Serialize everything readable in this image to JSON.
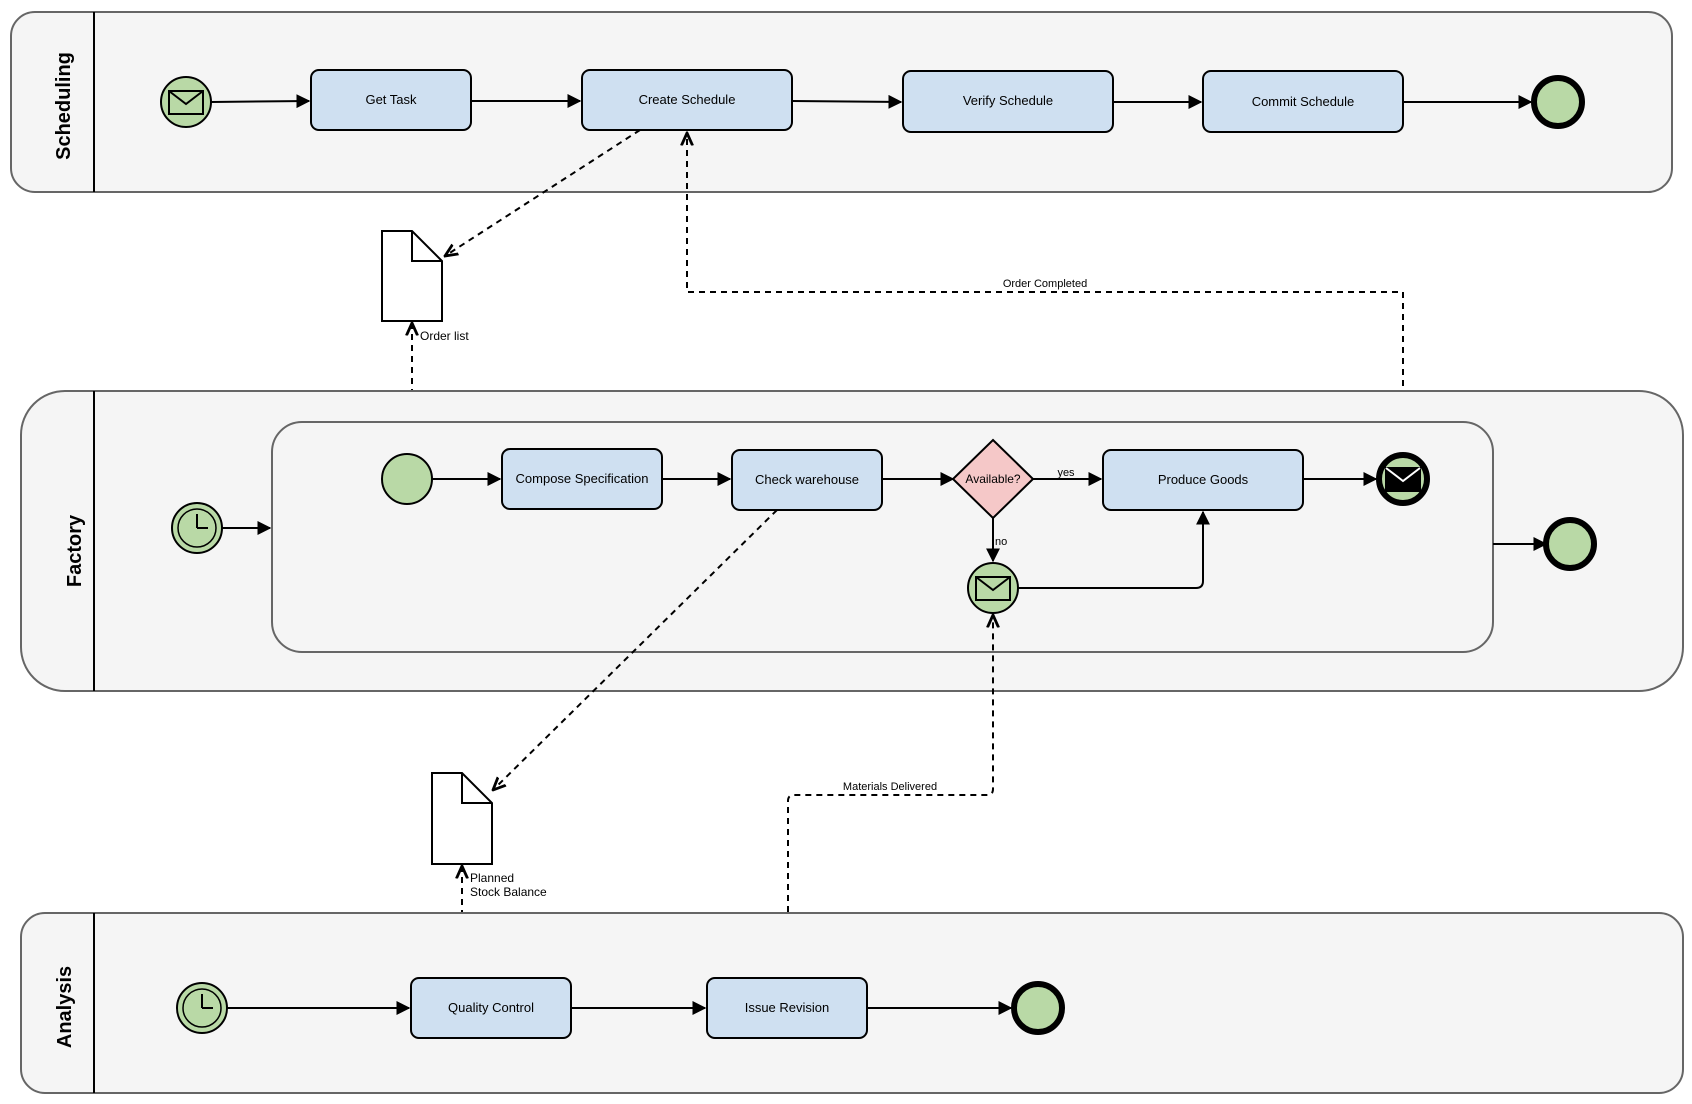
{
  "lanes": {
    "scheduling": "Scheduling",
    "factory": "Factory",
    "analysis": "Analysis"
  },
  "tasks": {
    "get_task": "Get Task",
    "create_schedule": "Create Schedule",
    "verify_schedule": "Verify Schedule",
    "commit_schedule": "Commit Schedule",
    "compose_specification": "Compose Specification",
    "check_warehouse": "Check warehouse",
    "produce_goods": "Produce Goods",
    "quality_control": "Quality Control",
    "issue_revision": "Issue Revision"
  },
  "gateway": {
    "label": "Available?",
    "yes": "yes",
    "no": "no"
  },
  "data_objects": {
    "order_list": "Order list",
    "planned_line1": "Planned",
    "planned_line2": "Stock Balance"
  },
  "messages": {
    "order_completed": "Order Completed",
    "materials_delivered": "Materials Delivered"
  },
  "colors": {
    "task_fill": "#cfe0f1",
    "event_fill": "#b9d9a6",
    "gateway_fill": "#f5c8c8",
    "pool_fill": "#f5f5f5"
  },
  "icons": {
    "message": "envelope-icon",
    "timer": "clock-icon"
  }
}
